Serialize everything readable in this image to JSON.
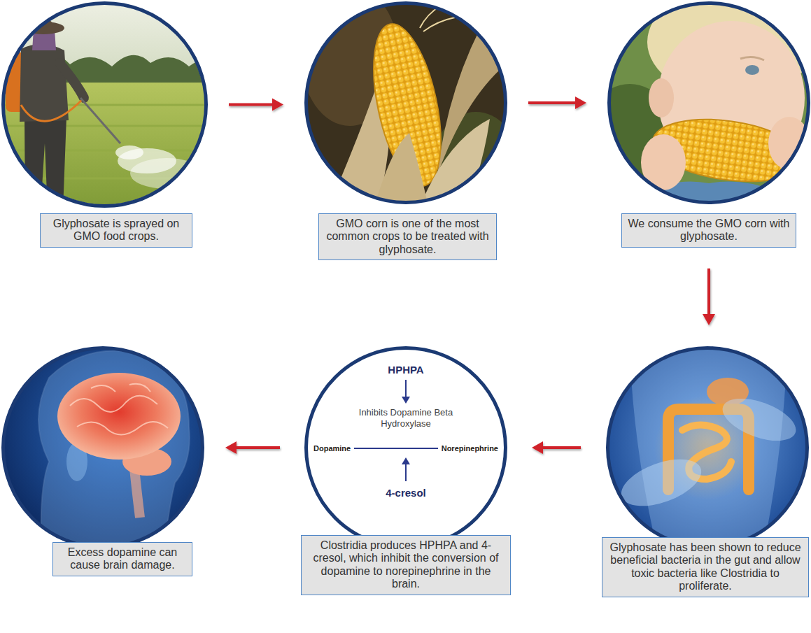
{
  "diagram": {
    "nodes": [
      {
        "text": [
          "Glyphosate is sprayed on GMO food crops."
        ]
      },
      {
        "text": [
          "GMO corn is one of the most common crops to be treated with glyphosate."
        ]
      },
      {
        "text": [
          "We consume the GMO corn with glyphosate."
        ]
      },
      {
        "text": [
          "Glyphosate has been shown to reduce beneficial bacteria in the gut and allow toxic bacteria like Clostridia to proliferate."
        ]
      },
      {
        "text": [
          "HPHPA",
          "Inhibits Dopamine Beta Hydroxylase",
          "Dopamine",
          "Norepinephrine",
          "4-cresol",
          "Clostridia produces HPHPA and 4-cresol, which inhibit the conversion of dopamine to norepinephrine in the brain."
        ]
      },
      {
        "text": [
          "Excess dopamine can cause brain damage."
        ]
      }
    ],
    "edges": [
      {
        "from": 0,
        "to": 1,
        "arrow": "to"
      },
      {
        "from": 1,
        "to": 2,
        "arrow": "to"
      },
      {
        "from": 2,
        "to": 3,
        "arrow": "to"
      },
      {
        "from": 3,
        "to": 4,
        "arrow": "to"
      },
      {
        "from": 4,
        "to": 5,
        "arrow": "to"
      }
    ]
  }
}
